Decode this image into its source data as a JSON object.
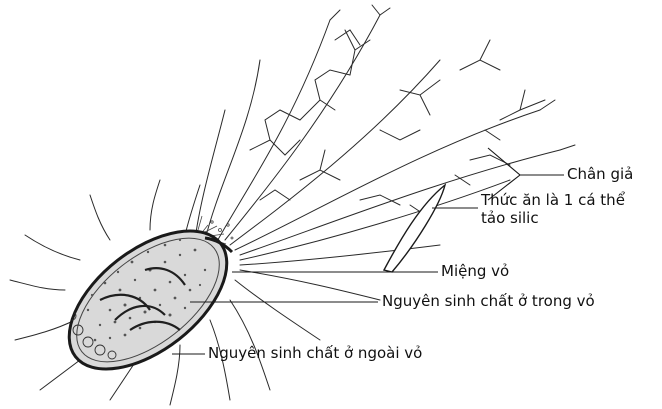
{
  "labels": {
    "pseudopodia": "Chân giả",
    "food_line1": "Thức ăn là 1 cá thể",
    "food_line2": "tảo silic",
    "mouth": "Miệng vỏ",
    "inner_protoplasm": "Nguyên sinh chất ở trong vỏ",
    "outer_protoplasm": "Nguyên sinh chất ở ngoài vỏ"
  },
  "colors": {
    "ink": "#222222",
    "shell_fill": "#d9d9d9"
  }
}
